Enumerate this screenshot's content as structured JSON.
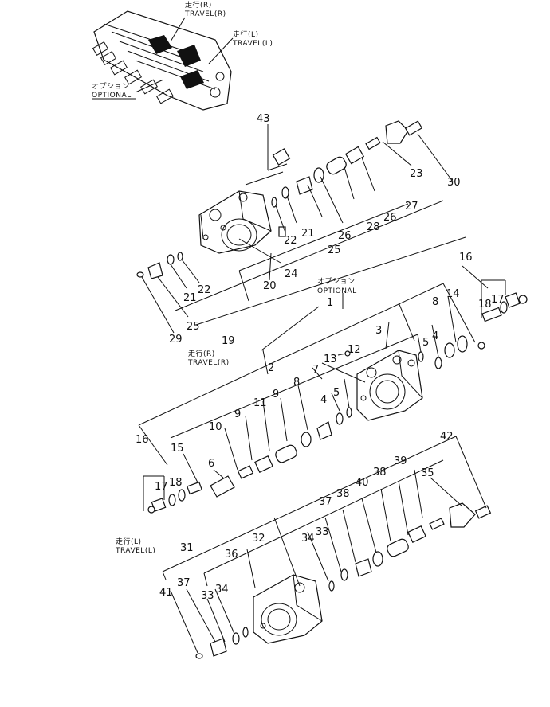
{
  "captions": {
    "travel_r_jp_top": "走行(R)",
    "travel_r_top": "TRAVEL(R)",
    "travel_l_jp_top": "走行(L)",
    "travel_l_top": "TRAVEL(L)",
    "optional_jp_top": "オプション",
    "optional_top": "OPTIONAL",
    "optional_jp_mid": "オプション",
    "optional_mid": "OPTIONAL",
    "travel_r_jp_mid": "走行(R)",
    "travel_r_mid": "TRAVEL(R)",
    "travel_l_jp_low": "走行(L)",
    "travel_l_low": "TRAVEL(L)"
  },
  "callouts": {
    "c43": "43",
    "c30": "30",
    "c23": "23",
    "c27": "27",
    "c26": "26",
    "c28": "28",
    "c25a": "25",
    "c21a": "21",
    "c22a": "22",
    "c24": "24",
    "c20": "20",
    "c22b": "22",
    "c21b": "21",
    "c25b": "25",
    "c29": "29",
    "c19": "19",
    "c16a": "16",
    "c1": "1",
    "c8a": "8",
    "c14": "14",
    "c18a": "18",
    "c17a": "17",
    "c3": "3",
    "c5a": "5",
    "c4a": "4",
    "c13": "13",
    "c12": "12",
    "c2": "2",
    "c7": "7",
    "c9a": "9",
    "c8b": "8",
    "c11": "11",
    "c5b": "5",
    "c4b": "4",
    "c10": "10",
    "c9b": "9",
    "c16b": "16",
    "c15": "15",
    "c6": "6",
    "c17b": "17",
    "c18b": "18",
    "c42": "42",
    "c39": "39",
    "c35": "35",
    "c38a": "38",
    "c40": "40",
    "c37a": "37",
    "c38b": "38",
    "c33a": "33",
    "c31": "31",
    "c36": "36",
    "c32": "32",
    "c34a": "34",
    "c41": "41",
    "c37b": "37",
    "c33b": "33",
    "c34b": "34"
  }
}
